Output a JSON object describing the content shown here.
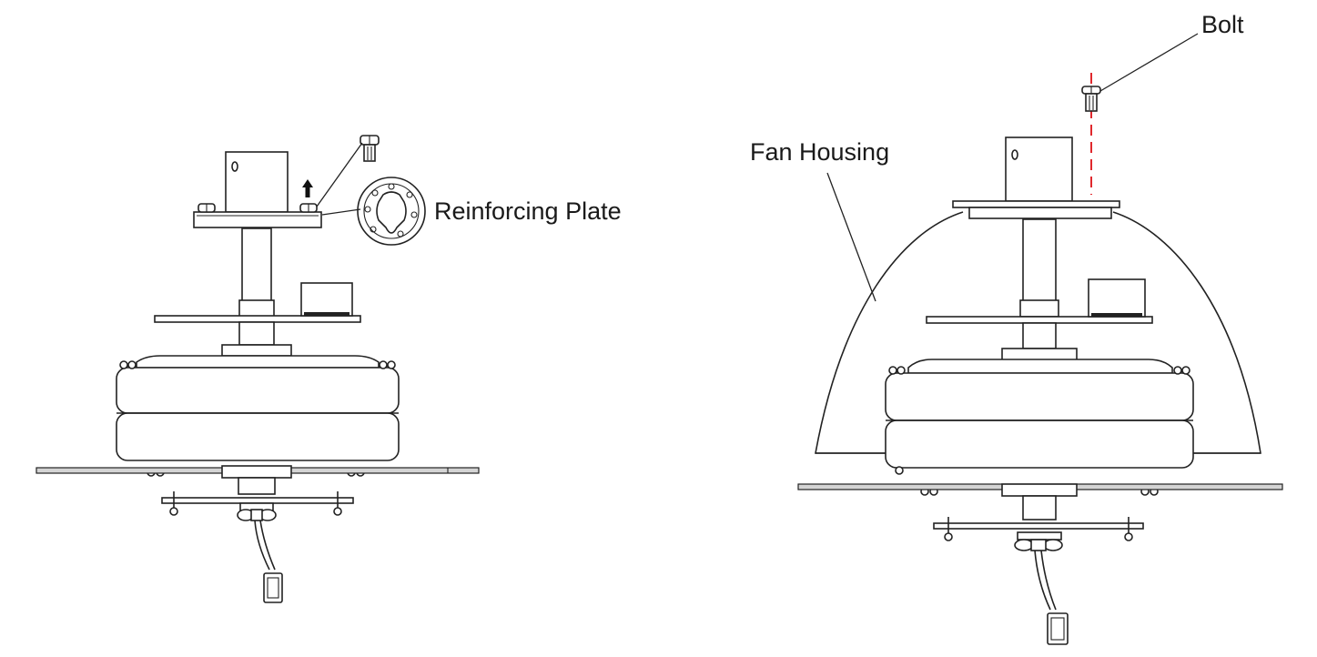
{
  "labels": {
    "reinforcing_plate": "Reinforcing Plate",
    "fan_housing": "Fan Housing",
    "bolt": "Bolt"
  },
  "colors": {
    "line": "#222222",
    "blade_fill": "#d4d4d4",
    "guide_line": "#e0282d",
    "background": "#ffffff"
  }
}
